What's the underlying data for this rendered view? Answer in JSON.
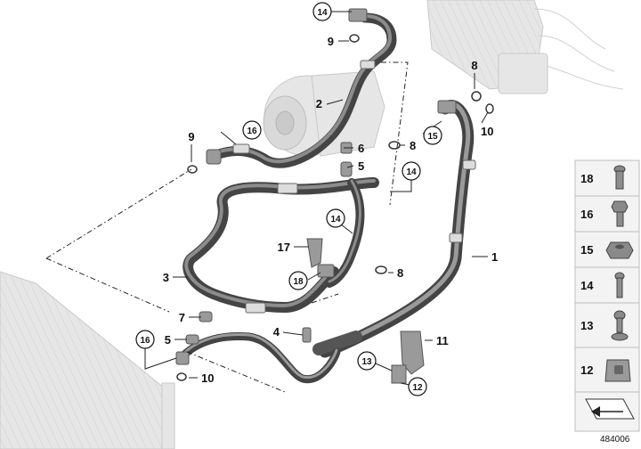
{
  "diagram": {
    "document_number": "484006",
    "callouts": [
      {
        "id": "c14a",
        "label": "14",
        "circled": true
      },
      {
        "id": "c9a",
        "label": "9",
        "circled": false
      },
      {
        "id": "c2",
        "label": "2",
        "circled": false
      },
      {
        "id": "c8a",
        "label": "8",
        "circled": false
      },
      {
        "id": "c10a",
        "label": "10",
        "circled": false
      },
      {
        "id": "c15",
        "label": "15",
        "circled": true
      },
      {
        "id": "c16a",
        "label": "16",
        "circled": true
      },
      {
        "id": "c9b",
        "label": "9",
        "circled": false
      },
      {
        "id": "c6",
        "label": "6",
        "circled": false
      },
      {
        "id": "c5a",
        "label": "5",
        "circled": false
      },
      {
        "id": "c8b",
        "label": "8",
        "circled": false
      },
      {
        "id": "c14b",
        "label": "14",
        "circled": true
      },
      {
        "id": "c14c",
        "label": "14",
        "circled": true
      },
      {
        "id": "c17",
        "label": "17",
        "circled": false
      },
      {
        "id": "c1",
        "label": "1",
        "circled": false
      },
      {
        "id": "c3",
        "label": "3",
        "circled": false
      },
      {
        "id": "c18",
        "label": "18",
        "circled": true
      },
      {
        "id": "c8c",
        "label": "8",
        "circled": false
      },
      {
        "id": "c7",
        "label": "7",
        "circled": false
      },
      {
        "id": "c4",
        "label": "4",
        "circled": false
      },
      {
        "id": "c11",
        "label": "11",
        "circled": false
      },
      {
        "id": "c5b",
        "label": "5",
        "circled": false
      },
      {
        "id": "c16b",
        "label": "16",
        "circled": true
      },
      {
        "id": "c10b",
        "label": "10",
        "circled": false
      },
      {
        "id": "c13",
        "label": "13",
        "circled": true
      },
      {
        "id": "c12",
        "label": "12",
        "circled": true
      }
    ],
    "legend": [
      {
        "label": "18",
        "icon": "bolt-with-washer-icon"
      },
      {
        "label": "16",
        "icon": "hex-bolt-icon"
      },
      {
        "label": "15",
        "icon": "hex-nut-icon"
      },
      {
        "label": "14",
        "icon": "screw-icon"
      },
      {
        "label": "13",
        "icon": "flange-bolt-icon"
      },
      {
        "label": "12",
        "icon": "clip-nut-icon"
      }
    ]
  }
}
